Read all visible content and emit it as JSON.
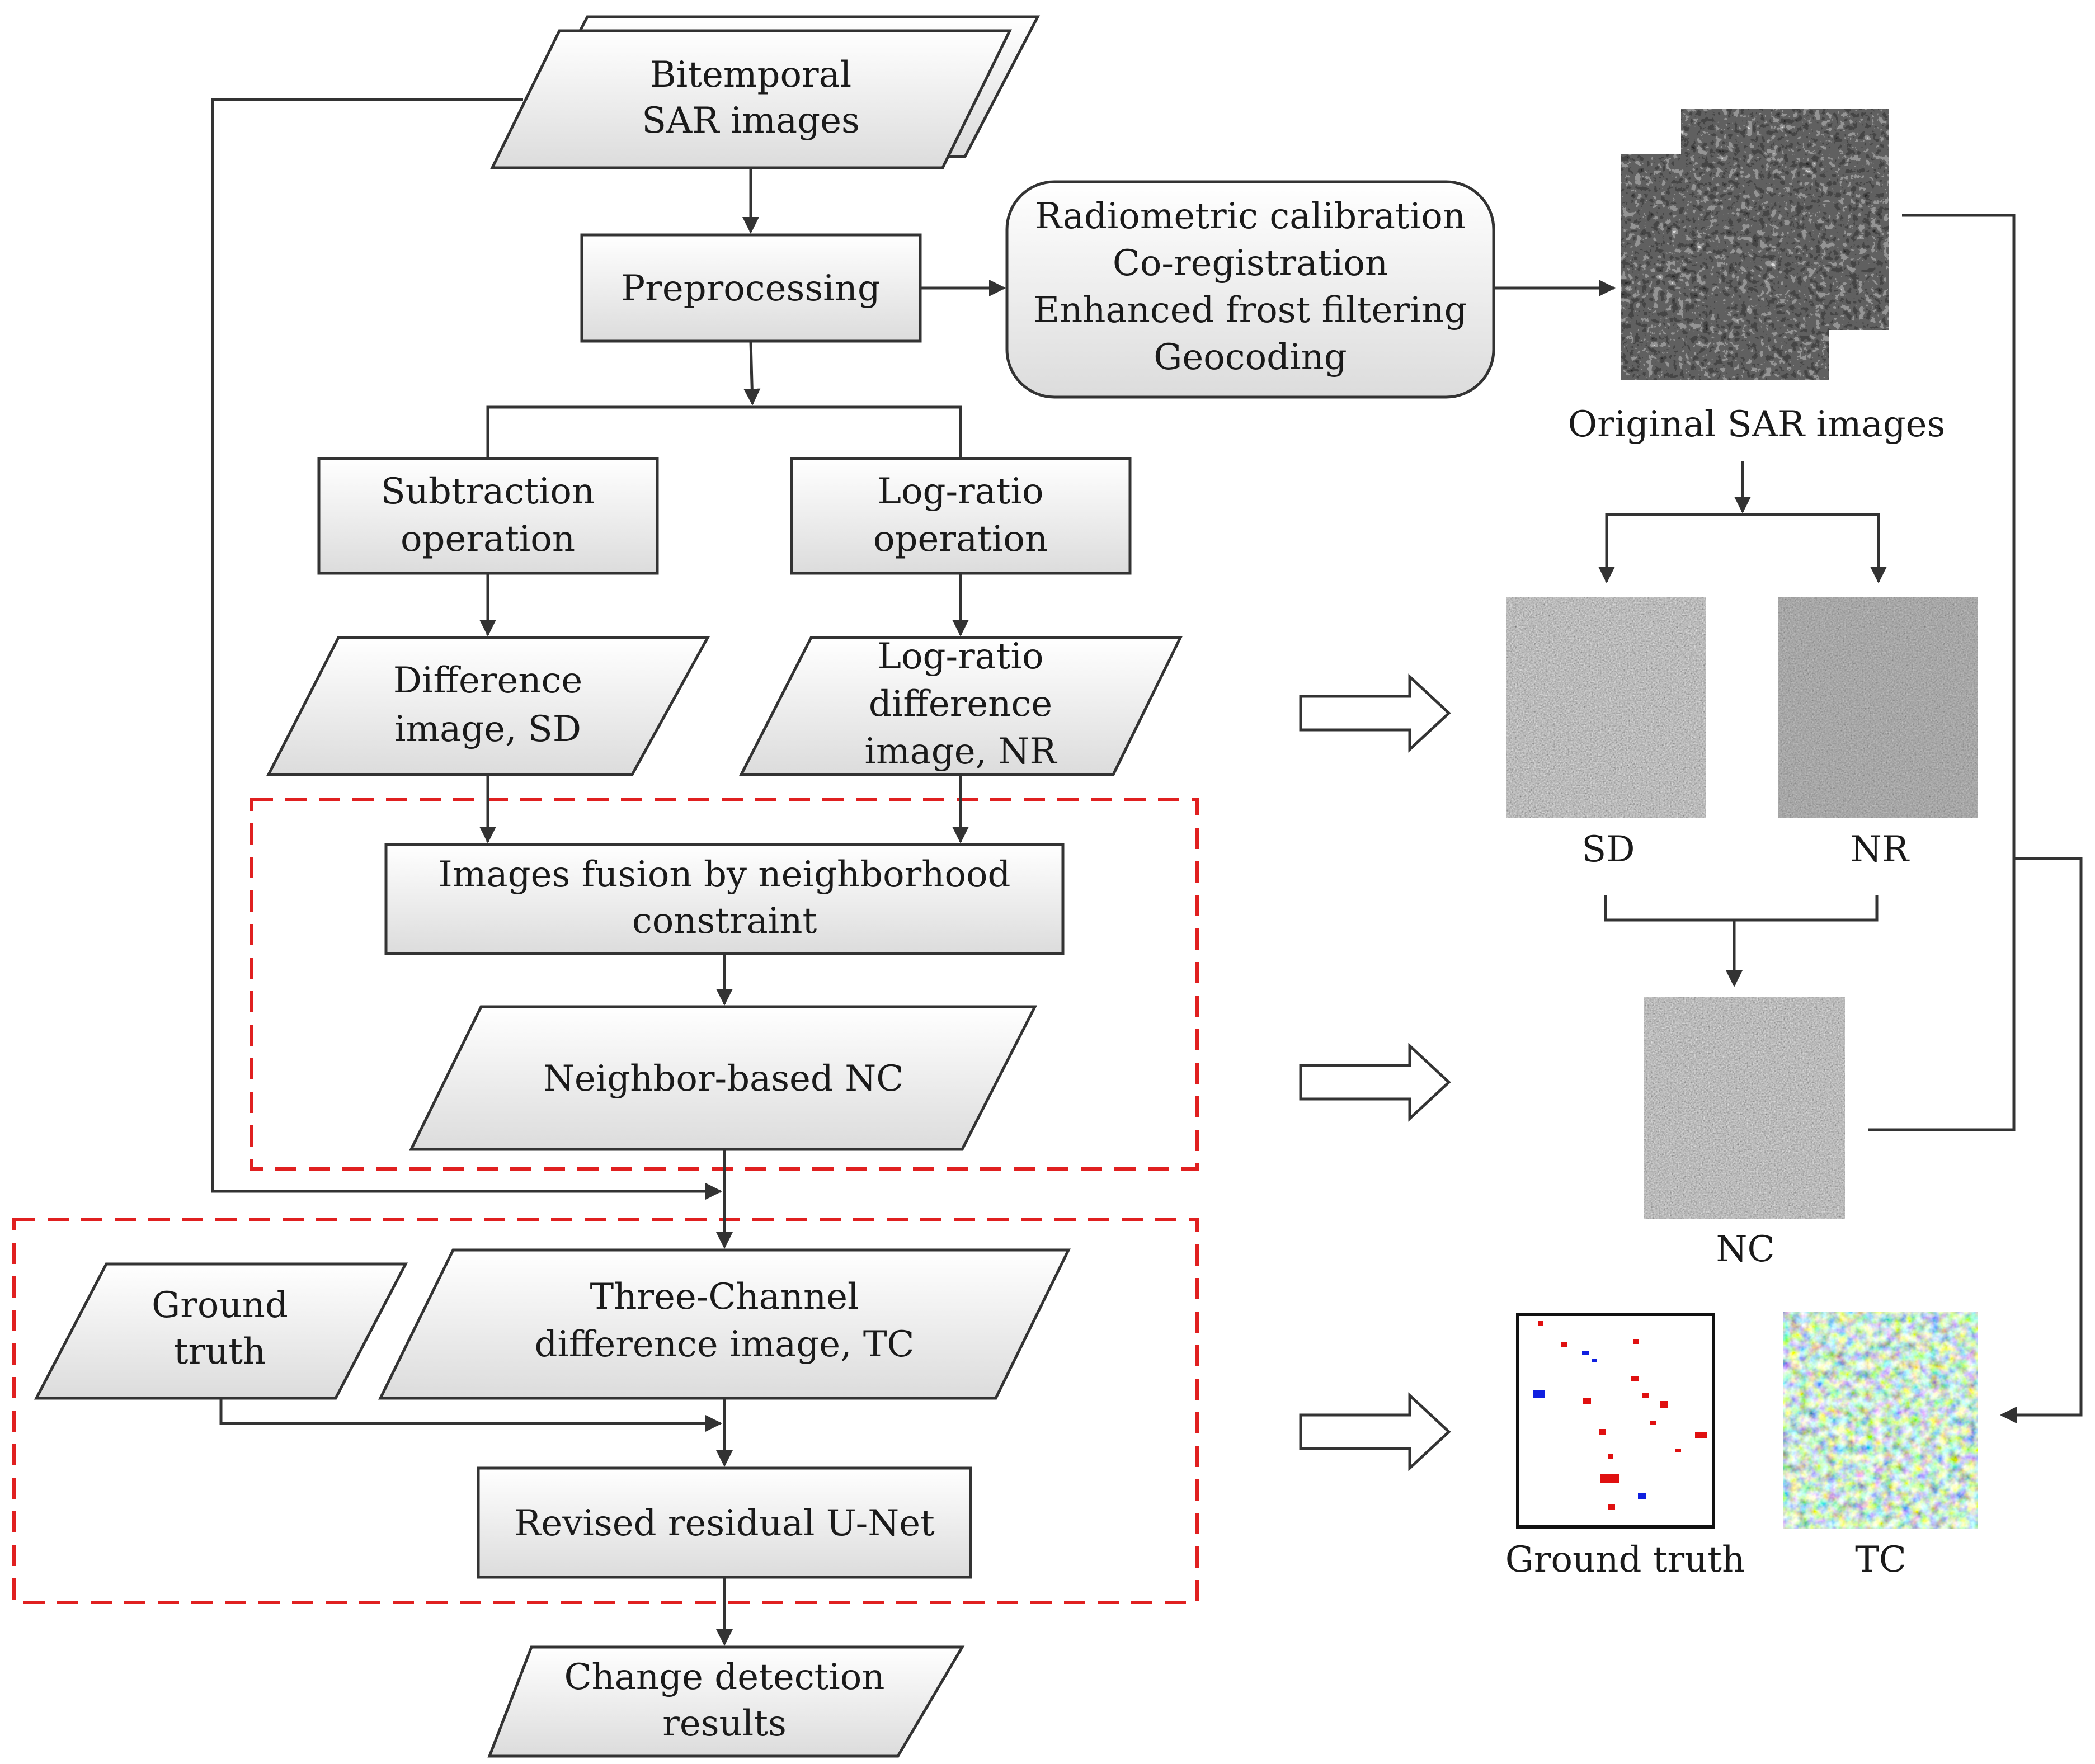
{
  "nodes": {
    "bitemporal": [
      "Bitemporal",
      "SAR images"
    ],
    "preprocessing": [
      "Preprocessing"
    ],
    "preproc_steps": [
      "Radiometric calibration",
      "Co-registration",
      "Enhanced frost filtering",
      "Geocoding"
    ],
    "subtraction": [
      "Subtraction",
      "operation"
    ],
    "logratio_op": [
      "Log-ratio",
      "operation"
    ],
    "difference_sd": [
      "Difference",
      "image, SD"
    ],
    "logratio_nr": [
      "Log-ratio",
      "difference",
      "image, NR"
    ],
    "fusion": [
      "Images fusion by neighborhood",
      "constraint"
    ],
    "nc_node": [
      "Neighbor-based NC"
    ],
    "ground_truth_node": [
      "Ground",
      "truth"
    ],
    "tc_node": [
      "Three-Channel",
      "difference image, TC"
    ],
    "unet": [
      "Revised residual U-Net"
    ],
    "results": [
      "Change detection",
      "results"
    ]
  },
  "captions": {
    "original": "Original SAR images",
    "sd": "SD",
    "nr": "NR",
    "nc": "NC",
    "ground_truth": "Ground truth",
    "tc": "TC"
  },
  "colors": {
    "box_fill_top": "#ffffff",
    "box_fill_bottom": "#dcdcdc",
    "line": "#333333",
    "dashed_region": "#e02020",
    "gt_changed_a": "#e01010",
    "gt_changed_b": "#1020e0"
  }
}
